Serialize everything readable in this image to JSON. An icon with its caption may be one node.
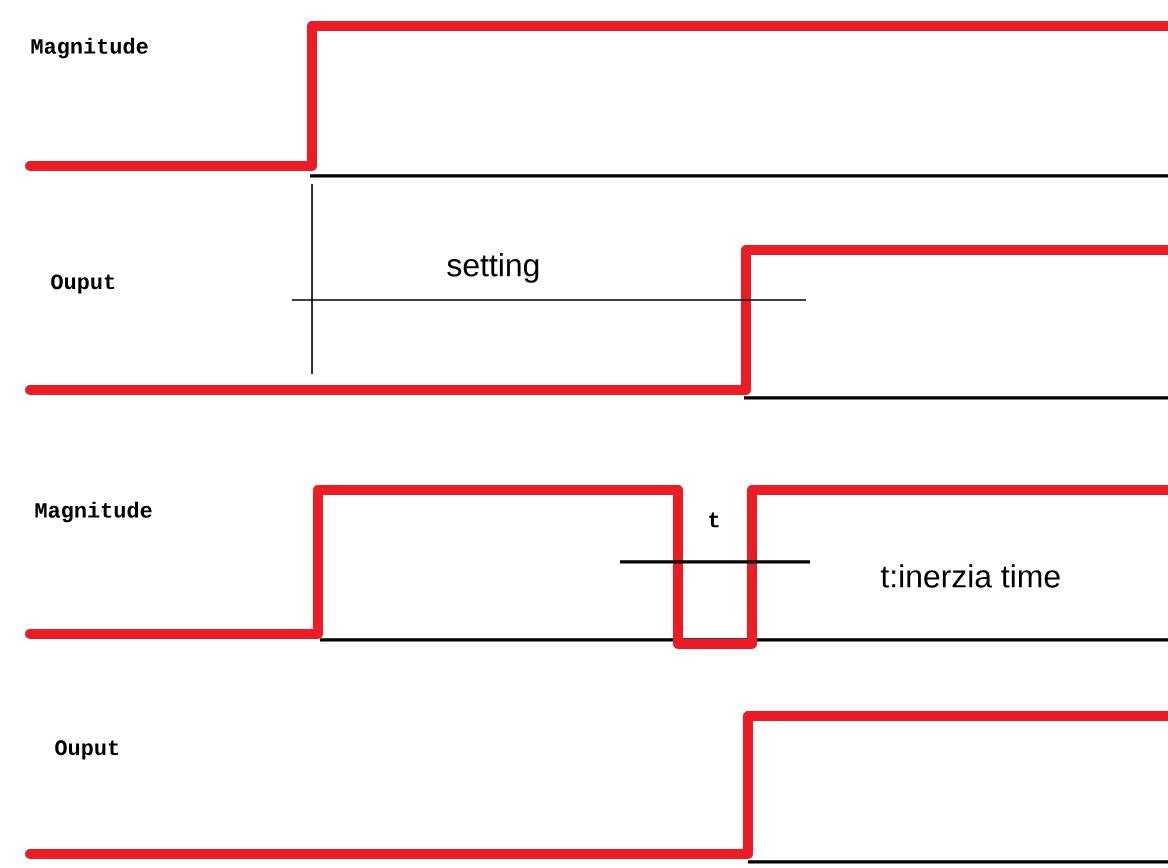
{
  "diagram": {
    "labels": [
      "Magnitude",
      "Ouput",
      "setting",
      "Magnitude",
      "t",
      "t:inerzia time",
      "Ouput"
    ]
  }
}
